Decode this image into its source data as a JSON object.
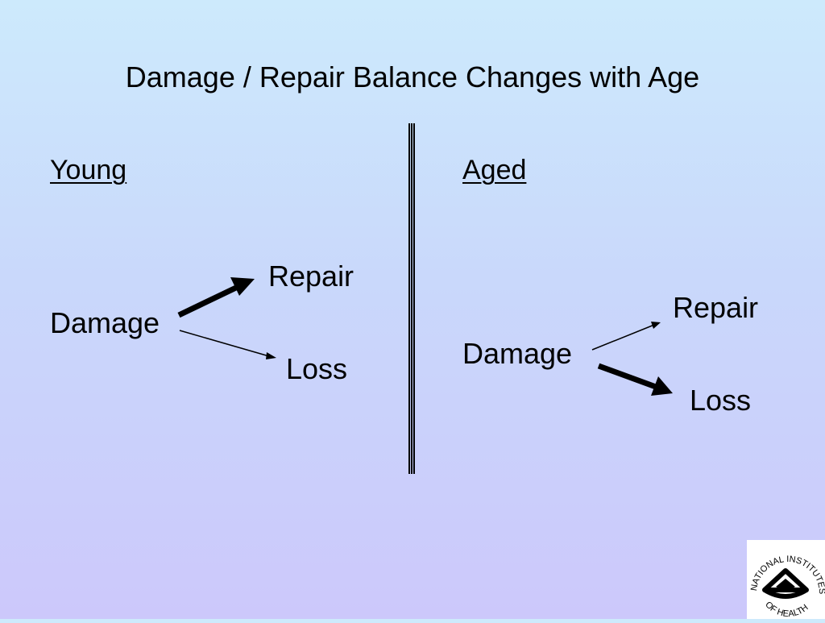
{
  "slide": {
    "title": "Damage / Repair Balance Changes with Age"
  },
  "young": {
    "heading": "Young",
    "damage": "Damage",
    "repair": "Repair",
    "loss": "Loss",
    "dominant_pathway": "repair"
  },
  "aged": {
    "heading": "Aged",
    "damage": "Damage",
    "repair": "Repair",
    "loss": "Loss",
    "dominant_pathway": "loss"
  },
  "logo": {
    "ring_text": "NATIONAL INSTITUTES OF HEALTH",
    "icon": "nih-emblem-icon"
  }
}
